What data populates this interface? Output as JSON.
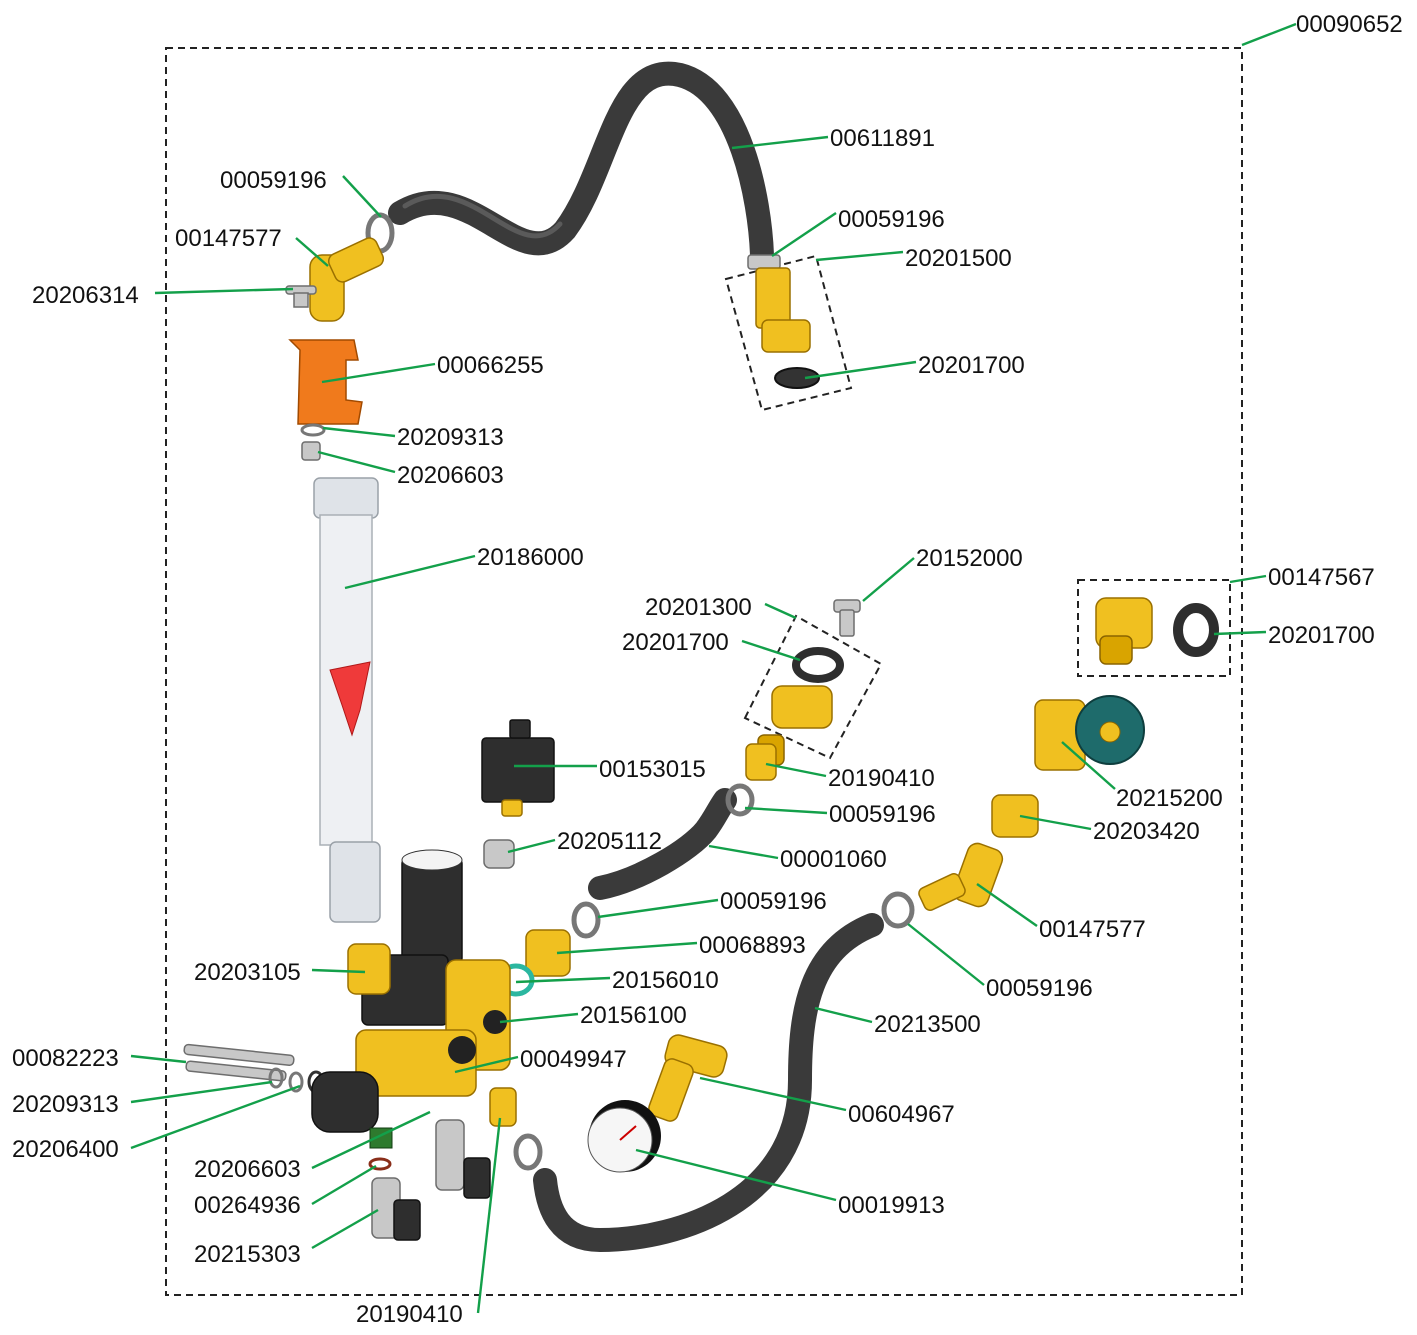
{
  "assembly_label": "00090652",
  "callouts": [
    {
      "id": "00611891"
    },
    {
      "id": "00059196"
    },
    {
      "id": "00147577"
    },
    {
      "id": "20206314"
    },
    {
      "id": "00059196"
    },
    {
      "id": "20201500"
    },
    {
      "id": "20201700"
    },
    {
      "id": "00066255"
    },
    {
      "id": "20209313"
    },
    {
      "id": "20206603"
    },
    {
      "id": "20186000"
    },
    {
      "id": "20152000"
    },
    {
      "id": "20201300"
    },
    {
      "id": "20201700"
    },
    {
      "id": "00147567"
    },
    {
      "id": "20201700"
    },
    {
      "id": "00153015"
    },
    {
      "id": "20190410"
    },
    {
      "id": "00059196"
    },
    {
      "id": "20215200"
    },
    {
      "id": "20203420"
    },
    {
      "id": "20205112"
    },
    {
      "id": "00001060"
    },
    {
      "id": "00059196"
    },
    {
      "id": "00147577"
    },
    {
      "id": "00068893"
    },
    {
      "id": "20156010"
    },
    {
      "id": "00059196"
    },
    {
      "id": "20203105"
    },
    {
      "id": "20156100"
    },
    {
      "id": "20213500"
    },
    {
      "id": "00082223"
    },
    {
      "id": "00049947"
    },
    {
      "id": "20209313"
    },
    {
      "id": "00604967"
    },
    {
      "id": "20206400"
    },
    {
      "id": "20206603"
    },
    {
      "id": "00019913"
    },
    {
      "id": "00264936"
    },
    {
      "id": "20215303"
    },
    {
      "id": "20190410"
    }
  ],
  "colors": {
    "leader": "#13a04a",
    "brass": "#f0c020",
    "hose": "#3a3a3a",
    "bracket": "#f07a1c",
    "knob": "#1e6b6b"
  }
}
